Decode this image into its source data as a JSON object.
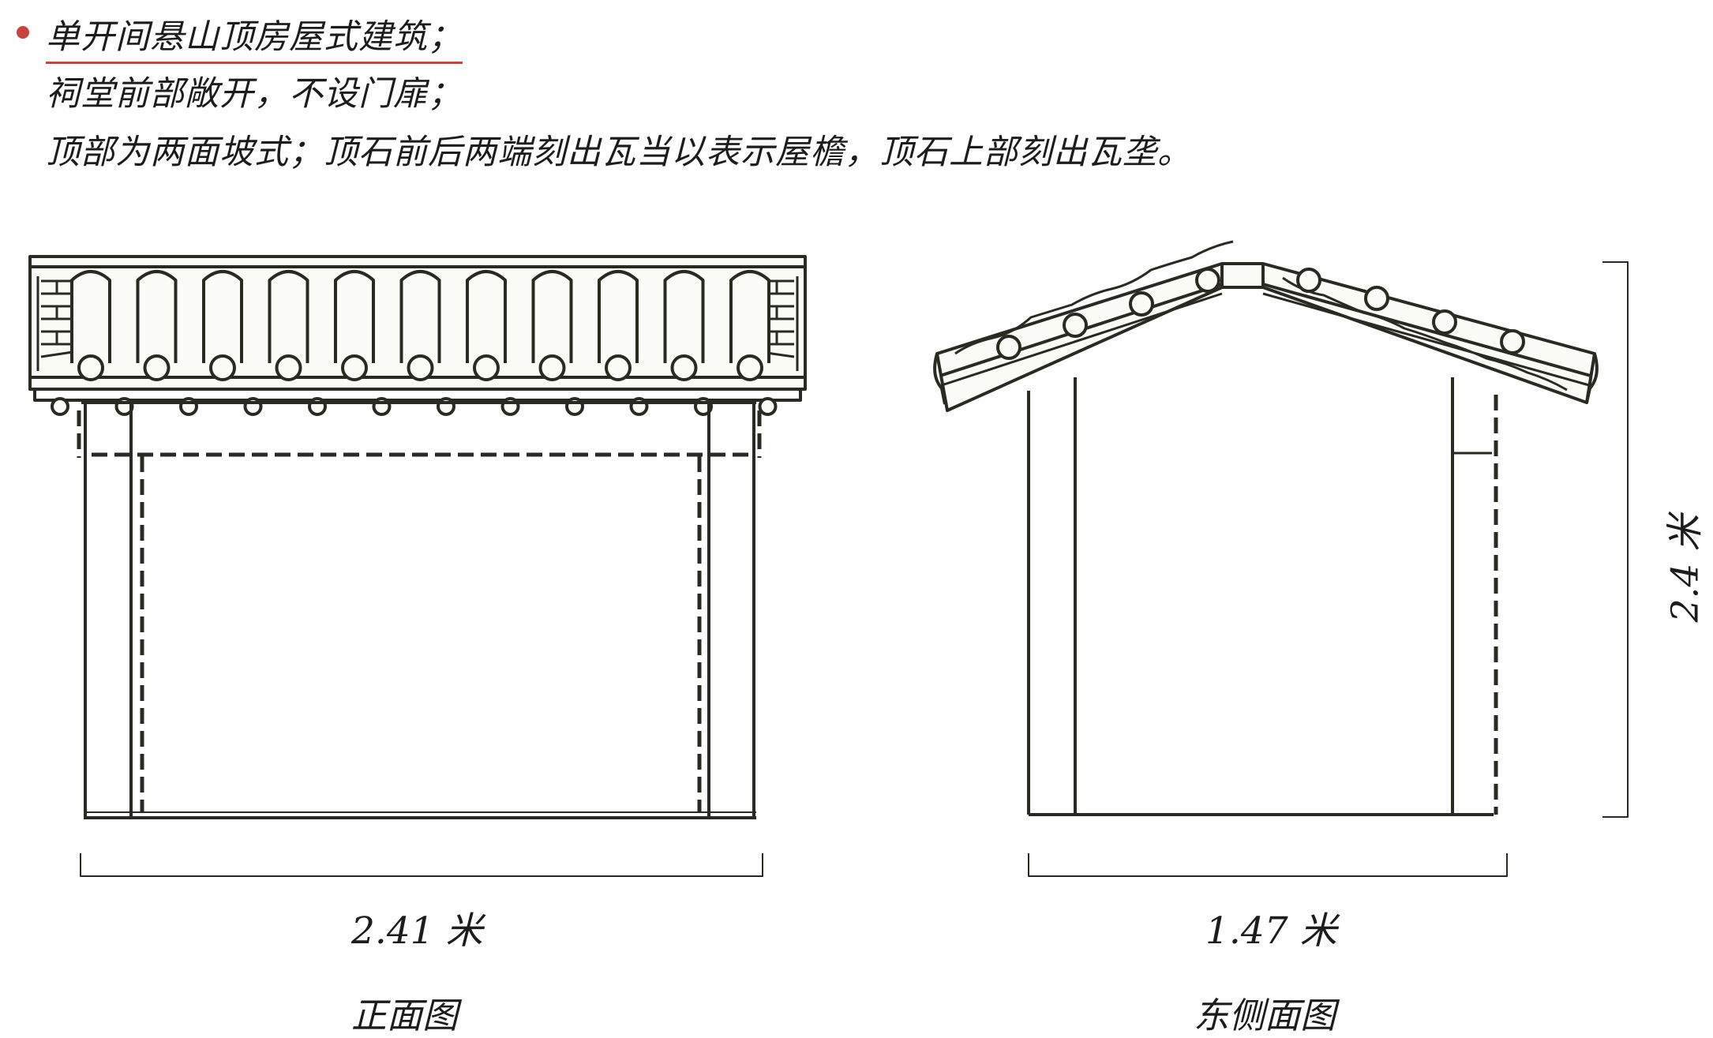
{
  "description": {
    "line1": "单开间悬山顶房屋式建筑；",
    "line2": "祠堂前部敞开，不设门扉；",
    "line3": "顶部为两面坡式；顶石前后两端刻出瓦当以表示屋檐，顶石上部刻出瓦垄。"
  },
  "dimensions": {
    "front_width": "2.41 米",
    "side_width": "1.47 米",
    "height": "2.4 米"
  },
  "captions": {
    "front": "正面图",
    "side": "东侧面图"
  },
  "colors": {
    "ink": "#2a2a22",
    "accent": "#c8443d",
    "background": "#fefefe"
  }
}
